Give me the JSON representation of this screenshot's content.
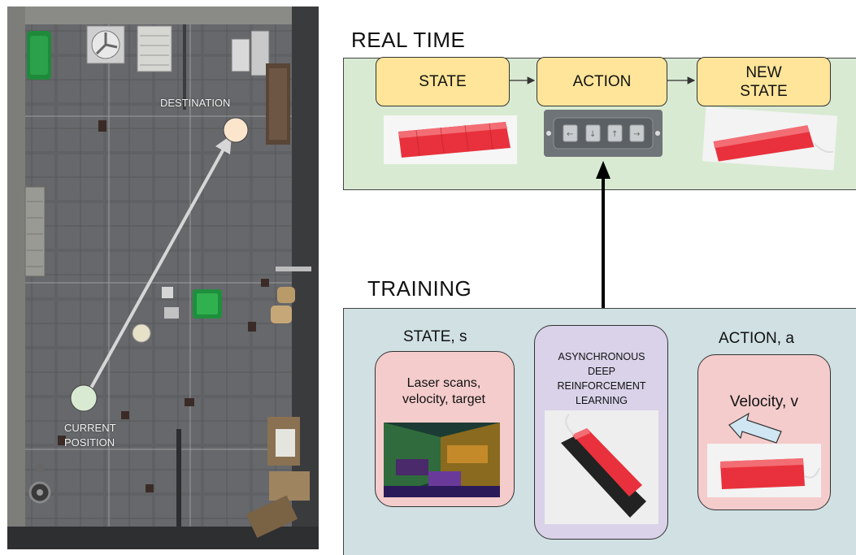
{
  "map": {
    "destination_label": "DESTINATION",
    "current_label_line1": "CURRENT",
    "current_label_line2": "POSITION"
  },
  "real_time": {
    "title": "REAL TIME",
    "state": "STATE",
    "action": "ACTION",
    "new_state_line1": "NEW",
    "new_state_line2": "STATE"
  },
  "training": {
    "title": "TRAINING",
    "state_title": "STATE, s",
    "state_desc_line1": "Laser scans,",
    "state_desc_line2": "velocity, target",
    "center_line1": "ASYNCHRONOUS",
    "center_line2": "DEEP",
    "center_line3": "REINFORCEMENT",
    "center_line4": "LEARNING",
    "action_title": "ACTION, a",
    "action_desc": "Velocity, v"
  },
  "colors": {
    "real_time_panel": "#d9ead3",
    "training_panel": "#d0e0e3",
    "step_box": "#ffe599",
    "pink_box": "#f4cccc",
    "purple_box": "#d9d2e9",
    "destination_marker": "#fce5cd",
    "current_marker": "#d9ead3",
    "robot_red": "#e8313c"
  }
}
